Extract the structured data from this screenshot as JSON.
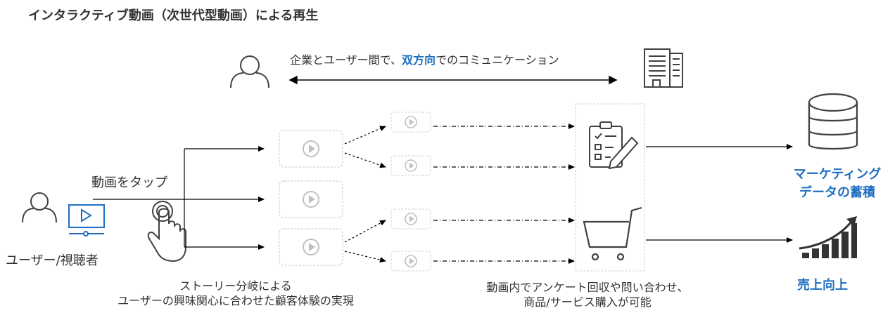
{
  "title": "インタラクティブ動画（次世代型動画）による再生",
  "communication": {
    "before": "企業とユーザー間で、",
    "highlight": "双方向",
    "after": "でのコミュニケーション"
  },
  "tap_label": "動画をタップ",
  "viewer_label": "ユーザー/視聴者",
  "story_caption": {
    "line1": "ストーリー分岐による",
    "line2": "ユーザーの興味関心に合わせた顧客体験の実現"
  },
  "survey_caption": {
    "line1": "動画内でアンケート回収や問い合わせ、",
    "line2": "商品/サービス購入が可能"
  },
  "marketing_label": {
    "line1": "マーケティング",
    "line2": "データの蓄積"
  },
  "sales_label": "売上向上",
  "colors": {
    "accent": "#1f6fc1",
    "text": "#333333",
    "icon": "#404040",
    "video_box": "#bfbfbf",
    "line": "#000000"
  },
  "icons": [
    "person-icon",
    "building-icon",
    "video-player-icon",
    "tap-hand-icon",
    "play-icon",
    "clipboard-checklist-icon",
    "shopping-cart-icon",
    "database-icon",
    "growth-chart-icon"
  ]
}
